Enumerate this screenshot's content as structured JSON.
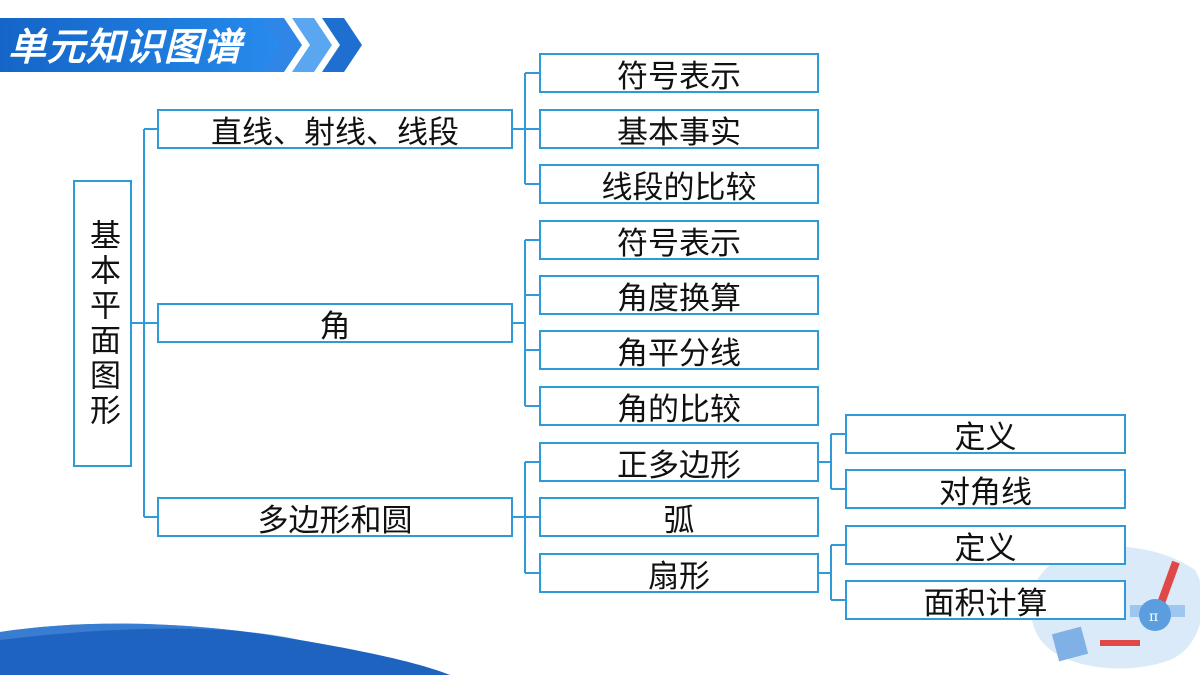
{
  "banner": {
    "title": "单元知识图谱"
  },
  "root": {
    "label": "基本平面图形"
  },
  "level1": {
    "line": "直线、射线、线段",
    "angle": "角",
    "polygon": "多边形和圆"
  },
  "level2": {
    "line_notation": "符号表示",
    "line_facts": "基本事实",
    "line_compare": "线段的比较",
    "angle_notation": "符号表示",
    "angle_conversion": "角度换算",
    "angle_bisector": "角平分线",
    "angle_compare": "角的比较",
    "regular_polygon": "正多边形",
    "arc": "弧",
    "sector": "扇形"
  },
  "level3": {
    "rp_definition": "定义",
    "rp_diagonal": "对角线",
    "sector_definition": "定义",
    "sector_area": "面积计算"
  },
  "colors": {
    "border": "#2e9bd8",
    "banner": "#1f7fe0",
    "wave": "#1e63c0"
  }
}
